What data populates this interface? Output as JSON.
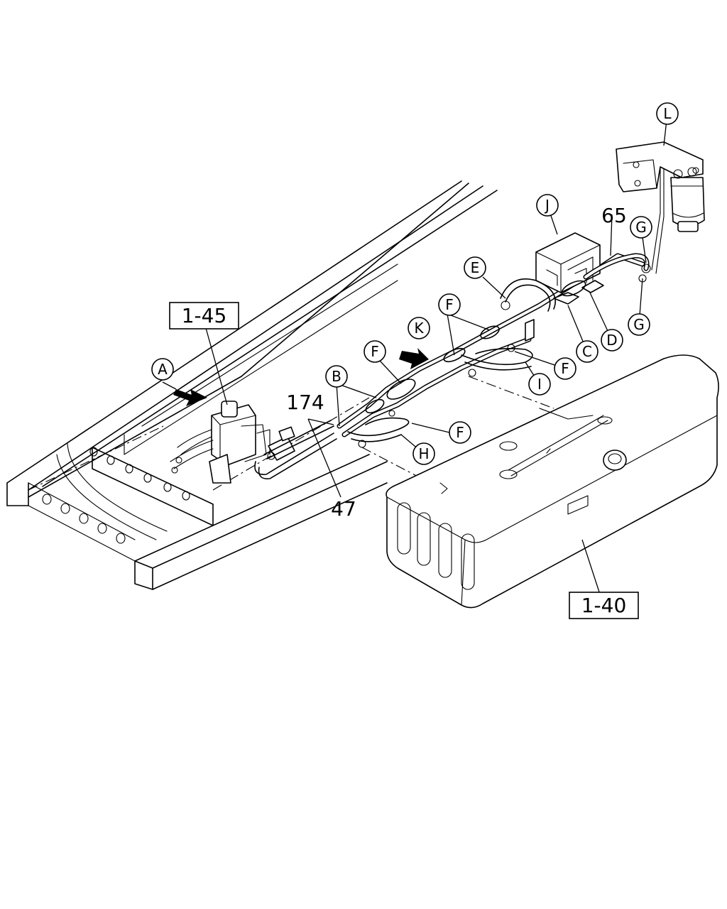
{
  "refs": {
    "fuel_filter_assembly": "1-45",
    "fuel_tank": "1-40"
  },
  "parts": {
    "p174": "174",
    "p47": "47",
    "p65": "65"
  },
  "callouts": {
    "a": "A",
    "b": "B",
    "c": "C",
    "d": "D",
    "e": "E",
    "f1": "F",
    "f2": "F",
    "f3": "F",
    "f4": "F",
    "g1": "G",
    "g2": "G",
    "h": "H",
    "i": "I",
    "j": "J",
    "k": "K",
    "l": "L"
  }
}
